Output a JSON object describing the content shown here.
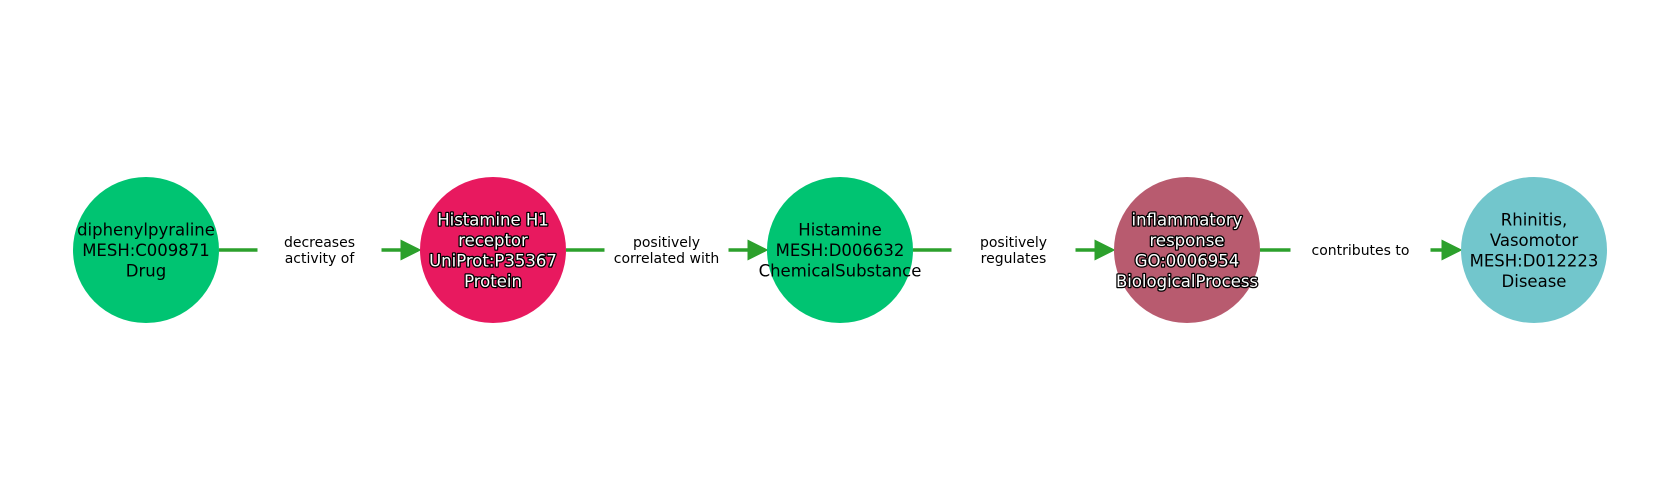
{
  "graph": {
    "edge_color": "#2ca02c",
    "nodes": [
      {
        "lines": [
          "diphenylpyraline",
          "MESH:C009871",
          "Drug"
        ],
        "color": "#00c472",
        "outlined": false
      },
      {
        "lines": [
          "Histamine H1",
          "receptor",
          "UniProt:P35367",
          "Protein"
        ],
        "color": "#e8195f",
        "outlined": true
      },
      {
        "lines": [
          "Histamine",
          "MESH:D006632",
          "ChemicalSubstance"
        ],
        "color": "#00c472",
        "outlined": false
      },
      {
        "lines": [
          "inflammatory",
          "response",
          "GO:0006954",
          "BiologicalProcess"
        ],
        "color": "#b85b6f",
        "outlined": true
      },
      {
        "lines": [
          "Rhinitis,",
          "Vasomotor",
          "MESH:D012223",
          "Disease"
        ],
        "color": "#72c6cc",
        "outlined": false
      }
    ],
    "edges": [
      {
        "lines": [
          "decreases",
          "activity of"
        ]
      },
      {
        "lines": [
          "positively",
          "correlated with"
        ]
      },
      {
        "lines": [
          "positively",
          "regulates"
        ]
      },
      {
        "lines": [
          "contributes to"
        ]
      }
    ]
  }
}
